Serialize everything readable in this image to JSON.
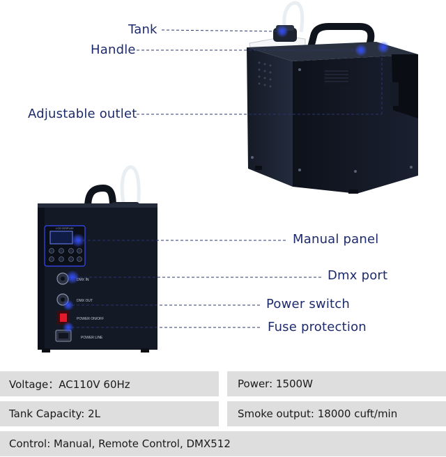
{
  "callouts": {
    "tank": "Tank",
    "handle": "Handle",
    "outlet": "Adjustable outlet",
    "manual_panel": "Manual panel",
    "dmx_port": "Dmx port",
    "power_switch": "Power switch",
    "fuse": "Fuse protection"
  },
  "panel_text": {
    "lcd": "LCD DISPLAY",
    "dmx_in": "DMX IN",
    "dmx_out": "DMX OUT",
    "power_onoff": "POWER ON/OFF",
    "power_line": "POWER LINE"
  },
  "specs": {
    "voltage": "Voltage：AC110V 60Hz",
    "power": "Power: 1500W",
    "tank_capacity": "Tank Capacity: 2L",
    "smoke_output": "Smoke output: 18000 cuft/min",
    "control": "Control: Manual, Remote Control, DMX512"
  },
  "colors": {
    "accent": "#1d2a6b",
    "machine": "#1c2230",
    "spec_bg": "#dedede"
  }
}
